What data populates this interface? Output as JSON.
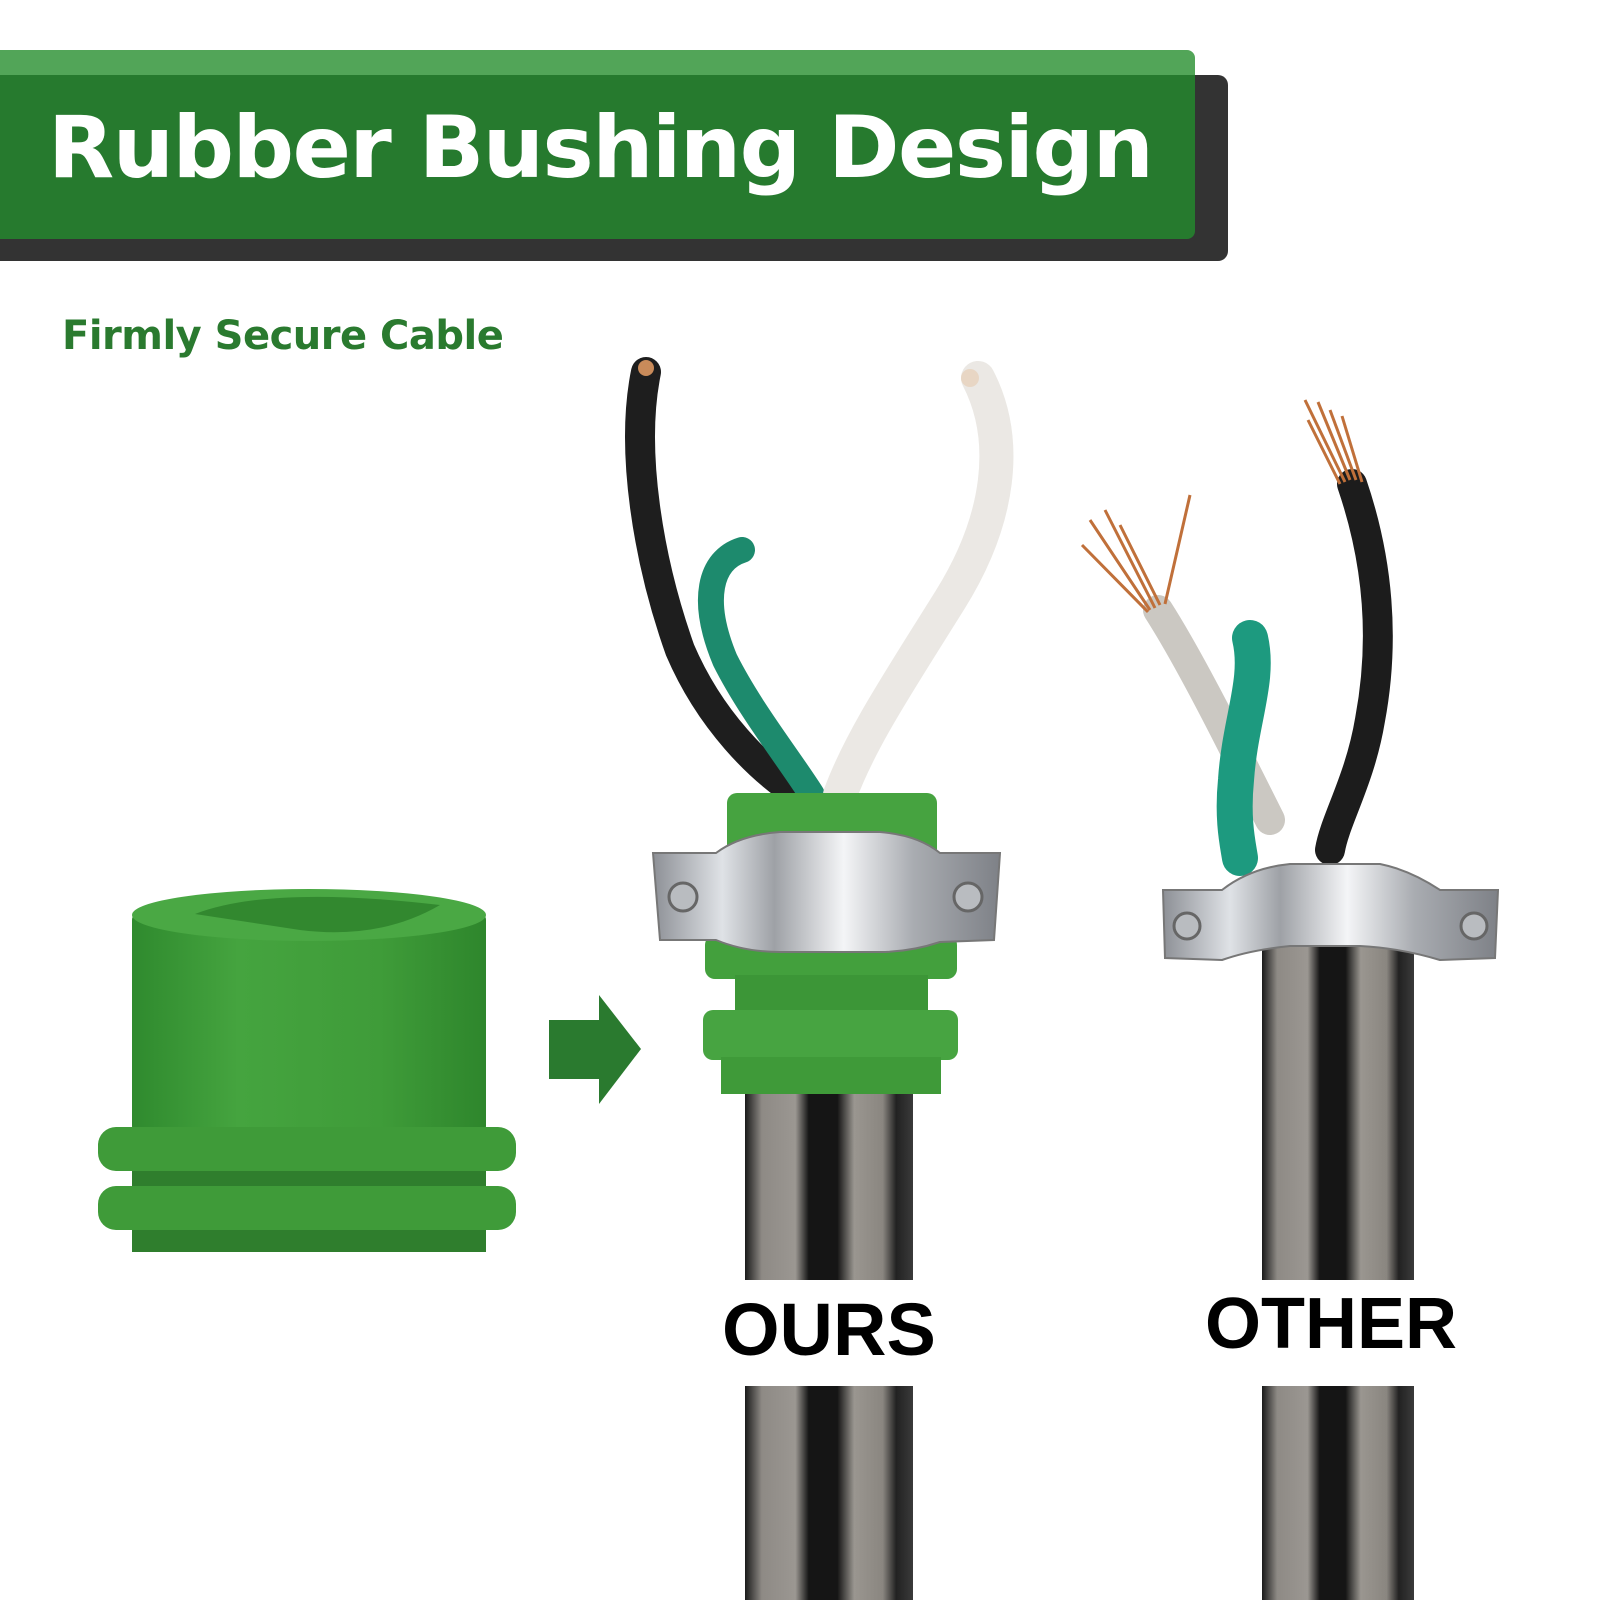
{
  "banner": {
    "title": "Rubber Bushing Design",
    "colors": {
      "main": "#267a2e",
      "highlight": "#52a558",
      "shadow": "#333333",
      "text": "#ffffff"
    }
  },
  "subtitle": {
    "text": "Firmly Secure Cable",
    "color": "#2a7a2f"
  },
  "illustration": {
    "bushing_product": {
      "icon": "green-rubber-bushing",
      "color": "#3f9a38"
    },
    "arrow": {
      "icon": "arrow-right-icon",
      "color": "#2a7a2f"
    },
    "comparison": [
      {
        "label": "OURS",
        "features": [
          "rubber bushing",
          "metal clamp",
          "black cable",
          "black wire",
          "green wire",
          "white wire"
        ]
      },
      {
        "label": "OTHER",
        "features": [
          "metal clamp",
          "black cable",
          "black wire",
          "green wire",
          "gray wire",
          "exposed copper strands"
        ]
      }
    ]
  }
}
